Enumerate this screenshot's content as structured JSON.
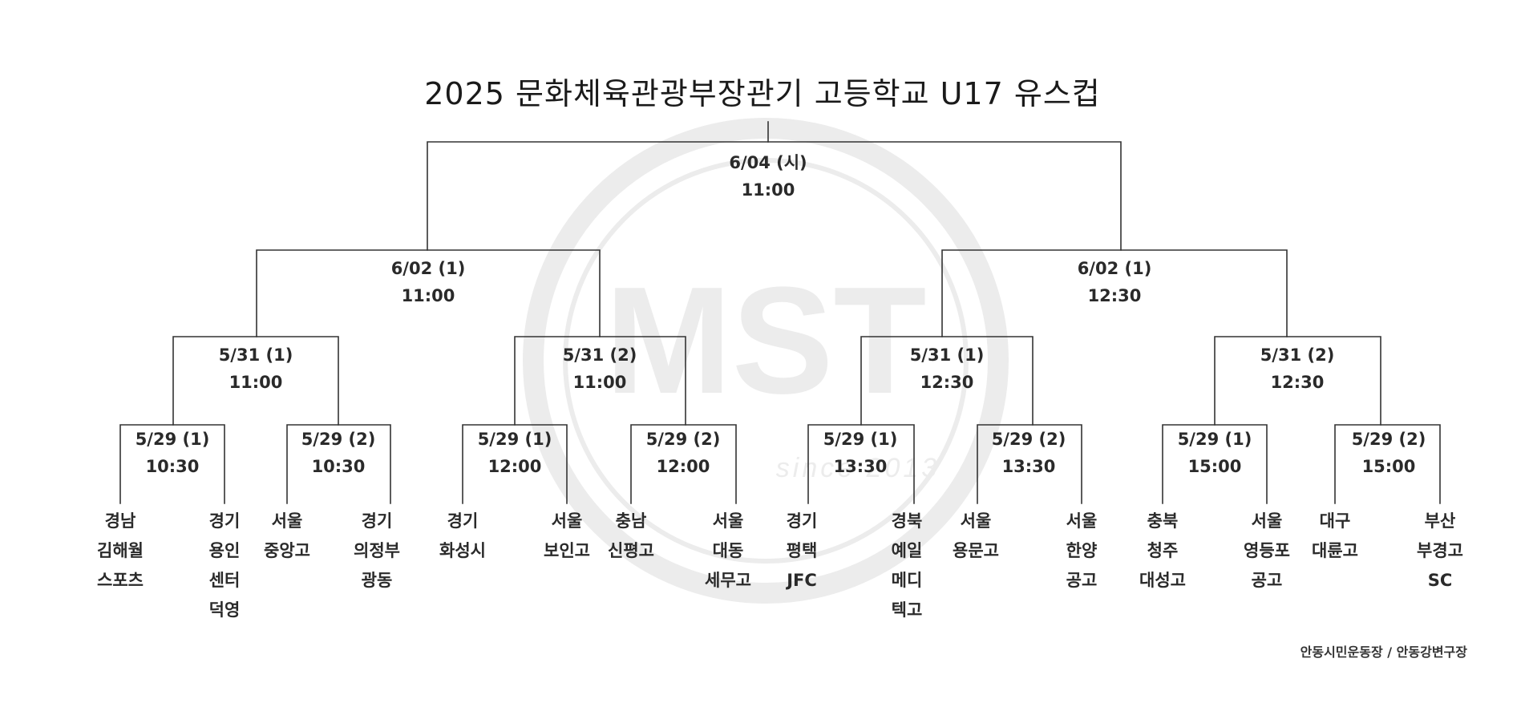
{
  "title": "2025 문화체육관광부장관기 고등학교 U17 유스컵",
  "watermark": {
    "logo": "MST",
    "since": "since 2013"
  },
  "final": {
    "date": "6/04 (시)",
    "time": "11:00"
  },
  "semifinals": [
    {
      "date": "6/02 (1)",
      "time": "11:00"
    },
    {
      "date": "6/02 (1)",
      "time": "12:30"
    }
  ],
  "quarterfinals": [
    {
      "date": "5/31 (1)",
      "time": "11:00"
    },
    {
      "date": "5/31 (2)",
      "time": "11:00"
    },
    {
      "date": "5/31 (1)",
      "time": "12:30"
    },
    {
      "date": "5/31 (2)",
      "time": "12:30"
    }
  ],
  "round16": [
    {
      "date": "5/29 (1)",
      "time": "10:30"
    },
    {
      "date": "5/29 (2)",
      "time": "10:30"
    },
    {
      "date": "5/29 (1)",
      "time": "12:00"
    },
    {
      "date": "5/29 (2)",
      "time": "12:00"
    },
    {
      "date": "5/29 (1)",
      "time": "13:30"
    },
    {
      "date": "5/29 (2)",
      "time": "13:30"
    },
    {
      "date": "5/29 (1)",
      "time": "15:00"
    },
    {
      "date": "5/29 (2)",
      "time": "15:00"
    }
  ],
  "teams": [
    [
      "경남",
      "김해월",
      "스포츠"
    ],
    [
      "경기",
      "용인",
      "센터",
      "덕영"
    ],
    [
      "서울",
      "중앙고"
    ],
    [
      "경기",
      "의정부",
      "광동"
    ],
    [
      "경기",
      "화성시"
    ],
    [
      "서울",
      "보인고"
    ],
    [
      "충남",
      "신평고"
    ],
    [
      "서울",
      "대동",
      "세무고"
    ],
    [
      "경기",
      "평택",
      "JFC"
    ],
    [
      "경북",
      "예일",
      "메디",
      "텍고"
    ],
    [
      "서울",
      "용문고"
    ],
    [
      "서울",
      "한양",
      "공고"
    ],
    [
      "충북",
      "청주",
      "대성고"
    ],
    [
      "서울",
      "영등포",
      "공고"
    ],
    [
      "대구",
      "대륜고"
    ],
    [
      "부산",
      "부경고",
      "SC"
    ]
  ],
  "venue": "안동시민운동장 / 안동강변구장",
  "colors": {
    "line": "#333333",
    "text": "#222222",
    "watermark": "#ececec"
  }
}
